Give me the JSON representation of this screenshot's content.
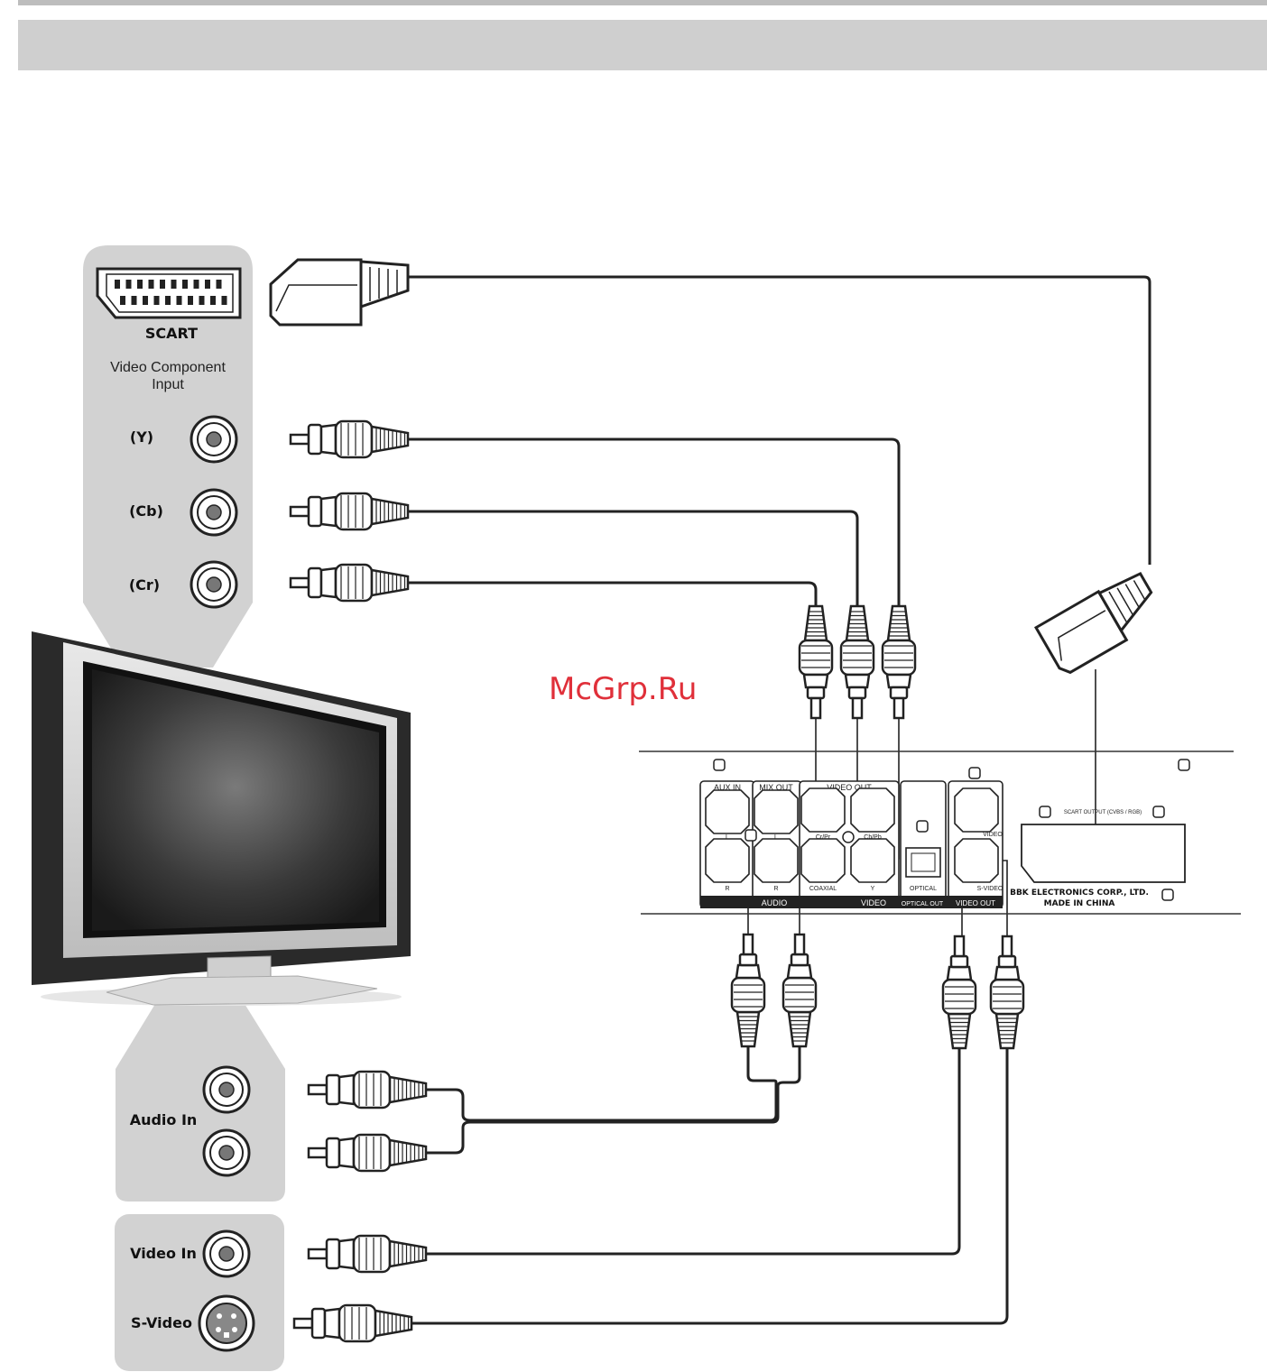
{
  "watermark": "McGrp.Ru",
  "tv_panel": {
    "scart_label": "SCART",
    "component_title_line1": "Video Component",
    "component_title_line2": "Input",
    "y_label": "(Y)",
    "cb_label": "(Cb)",
    "cr_label": "(Cr)",
    "audio_in_label": "Audio In",
    "video_in_label": "Video In",
    "svideo_label": "S-Video"
  },
  "player_panel": {
    "aux_in": "AUX IN",
    "mix_out": "MIX OUT",
    "video_out_top": "VIDEO OUT",
    "l1": "L",
    "l2": "L",
    "r1": "R",
    "r2": "R",
    "cr_pr": "Cr/Pr",
    "cb_pb": "Cb/Pb",
    "y": "Y",
    "coaxial": "COAXIAL",
    "optical": "OPTICAL",
    "video": "VIDEO",
    "s_video": "S-VIDEO",
    "scart_output": "SCART OUTPUT (CVBS / RGB)",
    "maker_line1": "BBK ELECTRONICS CORP., LTD.",
    "maker_line2": "MADE IN CHINA",
    "bar_audio": "AUDIO",
    "bar_video": "VIDEO",
    "bar_optical_out": "OPTICAL OUT",
    "bar_video_out": "VIDEO OUT"
  },
  "colors": {
    "panel_gray": "#d2d2d2",
    "header_gray": "#cfcfcf",
    "line": "#222222",
    "watermark": "#e0303a"
  }
}
